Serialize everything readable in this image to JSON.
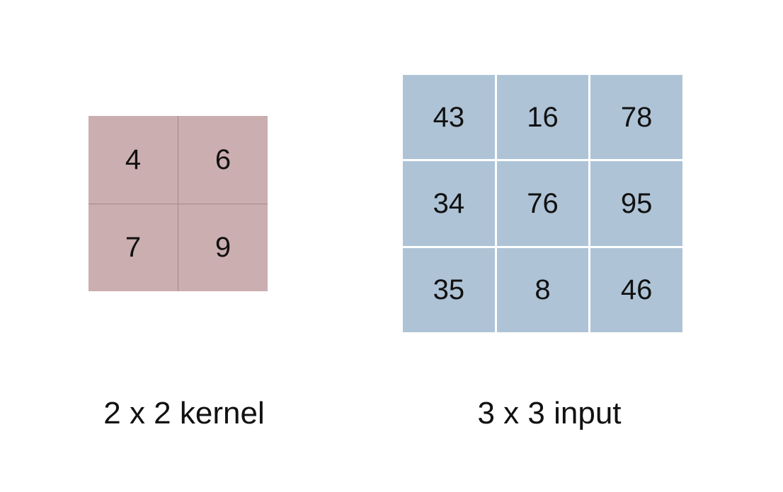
{
  "kernel": {
    "caption": "2 x 2 kernel",
    "color": "#cbaeb0",
    "divider_color": "#a98789",
    "cells": [
      "4",
      "6",
      "7",
      "9"
    ]
  },
  "input": {
    "caption": "3 x 3 input",
    "color": "#aec3d6",
    "divider_color": "#ffffff",
    "cells": [
      "43",
      "16",
      "78",
      "34",
      "76",
      "95",
      "35",
      "8",
      "46"
    ]
  }
}
